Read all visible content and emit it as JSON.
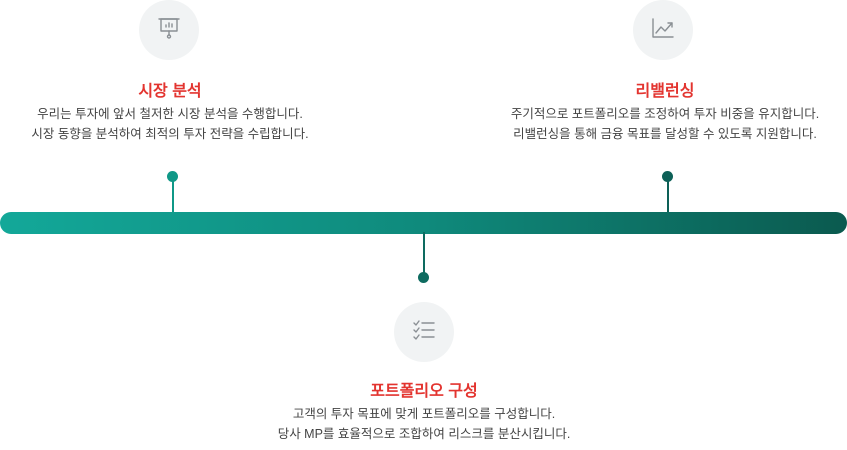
{
  "colors": {
    "title": "#e3342f",
    "bar_start": "#13a899",
    "bar_end": "#0b5a4f",
    "connector_left": "#0f9887",
    "connector_mid": "#0e6b60",
    "connector_right": "#0d6057",
    "icon_bg": "#f1f3f4",
    "icon_stroke": "#8a8f94"
  },
  "steps": [
    {
      "icon": "presentation-board-icon",
      "title": "시장 분석",
      "desc_line1": "우리는 투자에 앞서 철저한 시장 분석을 수행합니다.",
      "desc_line2": "시장 동향을 분석하여 최적의 투자 전략을 수립합니다."
    },
    {
      "icon": "checklist-icon",
      "title": "포트폴리오 구성",
      "desc_line1": "고객의 투자 목표에 맞게 포트폴리오를 구성합니다.",
      "desc_line2": "당사 MP를 효율적으로 조합하여 리스크를 분산시킵니다."
    },
    {
      "icon": "trend-line-icon",
      "title": "리밸런싱",
      "desc_line1": "주기적으로 포트폴리오를 조정하여 투자 비중을 유지합니다.",
      "desc_line2": "리밸런싱을 통해 금융 목표를 달성할 수 있도록 지원합니다."
    }
  ]
}
